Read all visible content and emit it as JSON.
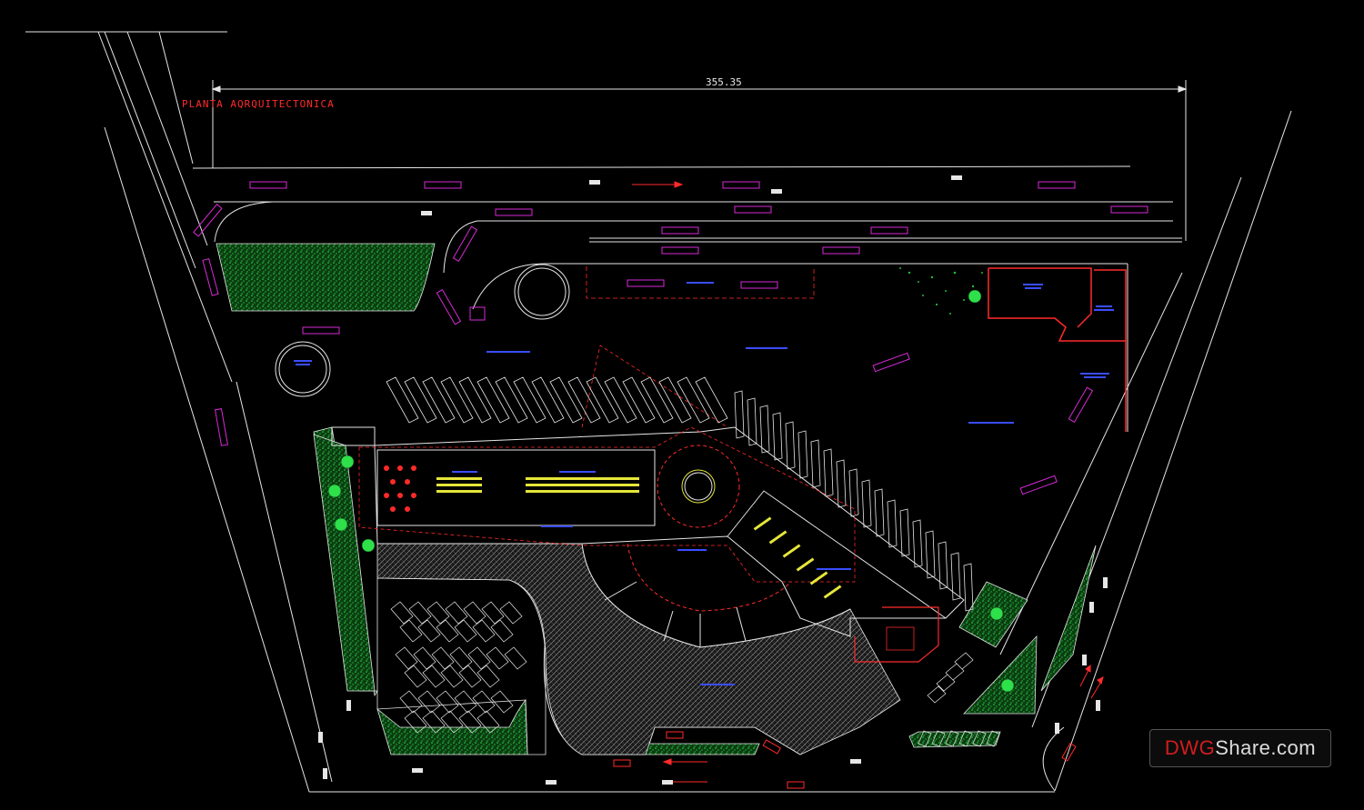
{
  "drawing": {
    "title": "PLANTA AQRQUITECTONICA",
    "dimension": "355.35",
    "colors": {
      "background": "#000000",
      "lines": "#e6e6e6",
      "vegetation": "#1fbf3a",
      "labels": "#3a4dff",
      "vehicles": "#d62ad6",
      "accent": "#ff2a2a",
      "furniture": "#e6e63a"
    },
    "icons": [
      "arrow-right-icon",
      "arrow-left-icon",
      "tree-icon",
      "car-icon",
      "bus-icon"
    ]
  },
  "watermark": {
    "part1": "DWG",
    "part2": "Share.com"
  }
}
